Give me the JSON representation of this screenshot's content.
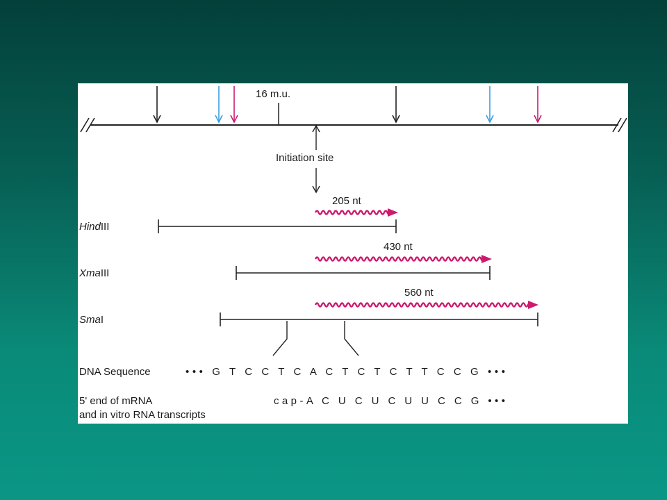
{
  "colors": {
    "black_site": "#222222",
    "blue_site": "#3aa0e0",
    "magenta": "#cc1a6e"
  },
  "map": {
    "position_label": "16 m.u.",
    "initiation_label": "Initiation site"
  },
  "fragments": [
    {
      "enzyme_italic": "Hind",
      "enzyme_roman": "III",
      "transcript": "205 nt"
    },
    {
      "enzyme_italic": "Xma",
      "enzyme_roman": "III",
      "transcript": "430 nt"
    },
    {
      "enzyme_italic": "Sma",
      "enzyme_roman": "I",
      "transcript": "560 nt"
    }
  ],
  "sequence": {
    "dna_label": "DNA Sequence",
    "dna_bases": "••• G T C C T C A C T C T C T T C C G •••",
    "mrna_label_line1": "5' end of mRNA",
    "mrna_label_line2": "and in vitro RNA transcripts",
    "mrna_bases": "cap-A  C  U  C  U  C  U  U  C  C  G  •••"
  }
}
